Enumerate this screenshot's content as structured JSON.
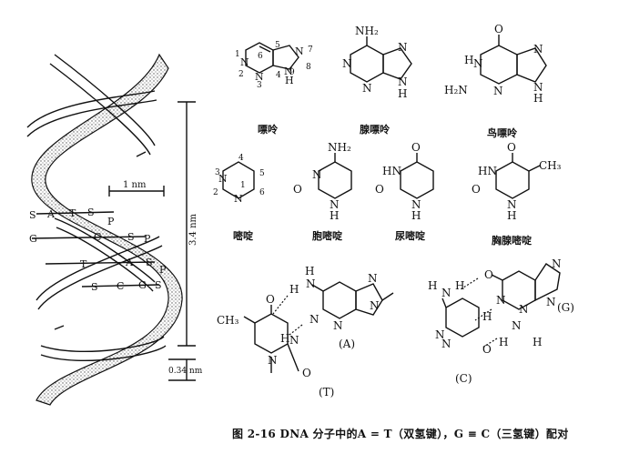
{
  "helix": {
    "pairs": [
      "A",
      "T",
      "S",
      "P",
      "G",
      "C",
      "S",
      "P",
      "T",
      "A",
      "S",
      "P",
      "C",
      "G",
      "S"
    ],
    "pitch_label": "3.4 nm",
    "width_label": "1 nm",
    "rise_label": "0.34 nm"
  },
  "structures": {
    "purine": {
      "name": "嘌呤",
      "atoms": [
        "1",
        "2",
        "3",
        "4",
        "5",
        "6",
        "7",
        "8",
        "9",
        "N",
        "N",
        "N",
        "N",
        "H"
      ]
    },
    "adenine": {
      "name": "腺嘌呤",
      "sub": "NH₂",
      "atoms": [
        "N",
        "N",
        "N",
        "N",
        "H"
      ]
    },
    "guanine": {
      "name": "鸟嘌呤",
      "sub": "O",
      "sub2": "H₂N",
      "atoms": [
        "H",
        "N",
        "N",
        "N",
        "N",
        "H"
      ]
    },
    "pyrimidine": {
      "name": "嘧啶",
      "atoms": [
        "1",
        "2",
        "3",
        "4",
        "5",
        "6",
        "N",
        "N"
      ]
    },
    "cytosine": {
      "name": "胞嘧啶",
      "sub": "NH₂",
      "atoms": [
        "O",
        "N",
        "N",
        "H"
      ]
    },
    "uracil": {
      "name": "尿嘧啶",
      "atoms": [
        "O",
        "O",
        "HN",
        "N",
        "H"
      ]
    },
    "thymine": {
      "name": "胸腺嘧啶",
      "sub": "CH₃",
      "atoms": [
        "O",
        "O",
        "HN",
        "N",
        "H"
      ]
    }
  },
  "pairs": {
    "at": {
      "a_label": "(A)",
      "t_label": "(T)",
      "atoms": [
        "H",
        "N",
        "H",
        "N",
        "N",
        "N",
        "N",
        "O",
        "H",
        "N",
        "N",
        "O",
        "CH₃"
      ]
    },
    "gc": {
      "g_label": "(G)",
      "c_label": "(C)",
      "atoms": [
        "H",
        "N",
        "H",
        "O",
        "N",
        "N",
        "H",
        "N",
        "N",
        "N",
        "H",
        "H",
        "N",
        "O",
        "N"
      ]
    }
  },
  "caption": "图 2-16 DNA 分子中的A = T（双氢键），G ≡ C（三氢键）配对"
}
